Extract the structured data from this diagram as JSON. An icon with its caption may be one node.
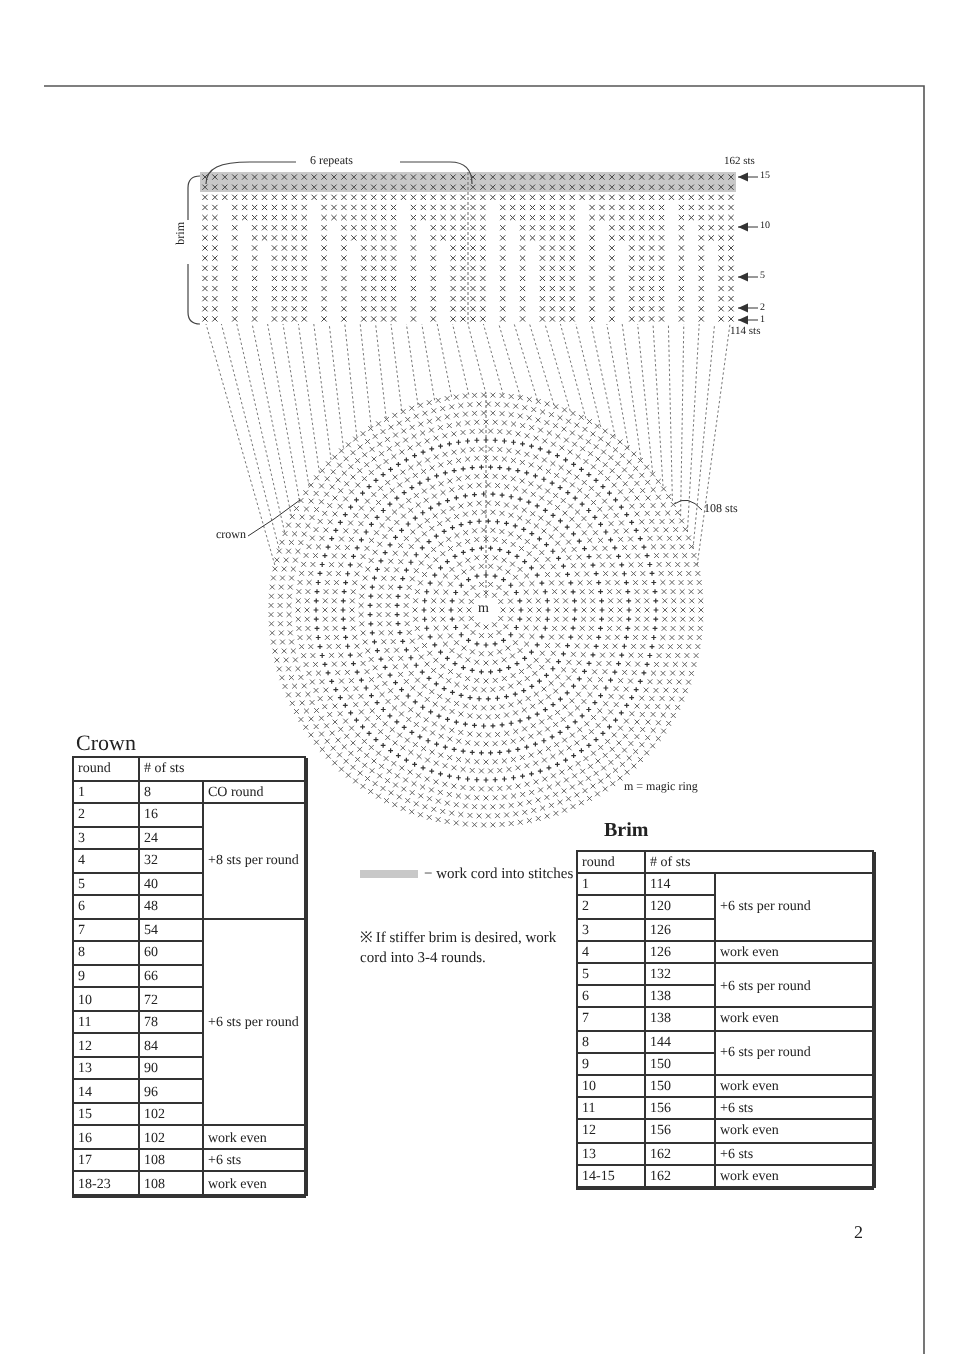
{
  "diagram": {
    "nodes": [
      {
        "text": [],
        "shape": "picture"
      },
      {
        "text": [],
        "shape": "picture"
      },
      {
        "text": [
          "crown"
        ]
      },
      {
        "text": [
          "108 sts"
        ]
      },
      {
        "text": [
          "15"
        ]
      },
      {
        "text": [
          "10"
        ]
      },
      {
        "text": [
          "5"
        ]
      },
      {
        "text": [
          "2"
        ]
      },
      {
        "text": [
          "1"
        ]
      }
    ],
    "edges": [
      {
        "from": 2,
        "to": 1,
        "arrow": "none"
      },
      {
        "from": 3,
        "to": 1,
        "arrow": "none"
      },
      {
        "from": 4,
        "to": 0,
        "arrow": "to"
      },
      {
        "from": 5,
        "to": 0,
        "arrow": "to"
      },
      {
        "from": 6,
        "to": 0,
        "arrow": "to"
      },
      {
        "from": 7,
        "to": 0,
        "arrow": "to"
      },
      {
        "from": 8,
        "to": 0,
        "arrow": "to"
      },
      {
        "from": 1,
        "to": 0,
        "arrow": "none",
        "style": "dashed"
      },
      {
        "from": 1,
        "to": 0,
        "arrow": "none",
        "style": "dashed"
      },
      {
        "from": 1,
        "to": 0,
        "arrow": "none",
        "style": "dashed"
      },
      {
        "from": 1,
        "to": 0,
        "arrow": "none",
        "style": "dashed"
      },
      {
        "from": 1,
        "to": 0,
        "arrow": "none",
        "style": "dashed"
      },
      {
        "from": 1,
        "to": 0,
        "arrow": "none",
        "style": "dashed"
      },
      {
        "from": 1,
        "to": 0,
        "arrow": "none",
        "style": "dashed"
      },
      {
        "from": 1,
        "to": 0,
        "arrow": "none",
        "style": "dashed"
      },
      {
        "from": 1,
        "to": 0,
        "arrow": "none",
        "style": "dashed"
      },
      {
        "from": 1,
        "to": 0,
        "arrow": "none",
        "style": "dashed"
      },
      {
        "from": 1,
        "to": 0,
        "arrow": "none",
        "style": "dashed"
      },
      {
        "from": 1,
        "to": 0,
        "arrow": "none",
        "style": "dashed"
      },
      {
        "from": 1,
        "to": 0,
        "arrow": "none",
        "style": "dashed"
      },
      {
        "from": 1,
        "to": 0,
        "arrow": "none",
        "style": "dashed"
      },
      {
        "from": 1,
        "to": 0,
        "arrow": "none",
        "style": "dashed"
      },
      {
        "from": 1,
        "to": 0,
        "arrow": "none",
        "style": "dashed"
      },
      {
        "from": 1,
        "to": 0,
        "arrow": "none",
        "style": "dashed"
      },
      {
        "from": 1,
        "to": 0,
        "arrow": "none",
        "style": "dashed"
      },
      {
        "from": 1,
        "to": 0,
        "arrow": "none",
        "style": "dashed"
      },
      {
        "from": 1,
        "to": 0,
        "arrow": "none",
        "style": "dashed"
      },
      {
        "from": 1,
        "to": 0,
        "arrow": "none",
        "style": "dashed"
      },
      {
        "from": 1,
        "to": 0,
        "arrow": "none",
        "style": "dashed"
      },
      {
        "from": 1,
        "to": 0,
        "arrow": "none",
        "style": "dashed"
      },
      {
        "from": 1,
        "to": 0,
        "arrow": "none",
        "style": "dashed"
      },
      {
        "from": 1,
        "to": 0,
        "arrow": "none",
        "style": "dashed"
      },
      {
        "from": 1,
        "to": 0,
        "arrow": "none",
        "style": "dashed"
      },
      {
        "from": 1,
        "to": 0,
        "arrow": "none",
        "style": "dashed"
      },
      {
        "from": 1,
        "to": 0,
        "arrow": "none",
        "style": "dashed"
      },
      {
        "from": 1,
        "to": 0,
        "arrow": "none",
        "style": "dashed"
      },
      {
        "from": 1,
        "to": 0,
        "arrow": "none",
        "style": "dashed"
      },
      {
        "from": 1,
        "to": 0,
        "arrow": "none",
        "style": "dashed"
      },
      {
        "from": 1,
        "to": 0,
        "arrow": "none",
        "style": "dashed"
      },
      {
        "from": 1,
        "to": 0,
        "arrow": "none",
        "style": "dashed"
      },
      {
        "from": 1,
        "to": 0,
        "arrow": "none",
        "style": "dashed"
      },
      {
        "from": 1,
        "to": 0,
        "arrow": "none",
        "style": "dashed"
      }
    ],
    "labels": [
      "6 repeats",
      "brim",
      "162 sts",
      "114 sts",
      "m",
      "m = magic ring",
      "Crown",
      "round",
      "# of sts",
      "1",
      "8",
      "CO round",
      "2",
      "16",
      "3",
      "24",
      "+8 sts per round",
      "4",
      "32",
      "5",
      "40",
      "6",
      "48",
      "7",
      "54",
      "8",
      "60",
      "9",
      "66",
      "10",
      "72",
      "+6 sts per round",
      "11",
      "78",
      "12",
      "84",
      "13",
      "90",
      "14",
      "96",
      "15",
      "102",
      "16",
      "102",
      "work even",
      "17",
      "108",
      "+6 sts",
      "18-23",
      "108",
      "work even",
      "※ If stiffer brim is desired, work cord into 3-4 rounds.",
      "Brim",
      "round",
      "# of sts",
      "1",
      "114",
      "2",
      "120",
      "+6 sts per round",
      "3",
      "126",
      "4",
      "126",
      "work even",
      "5",
      "132",
      "+6 sts per round",
      "6",
      "138",
      "7",
      "138",
      "work even",
      "8",
      "144",
      "+6 sts per round",
      "9",
      "150",
      "10",
      "150",
      "work even",
      "11",
      "156",
      "+6 sts",
      "12",
      "156",
      "work even",
      "13",
      "162",
      "+6 sts",
      "14-15",
      "162",
      "work even",
      "2"
    ],
    "legend": [
      {
        "text": "− work cord into stitches",
        "color": "#c8c8c8"
      }
    ]
  }
}
